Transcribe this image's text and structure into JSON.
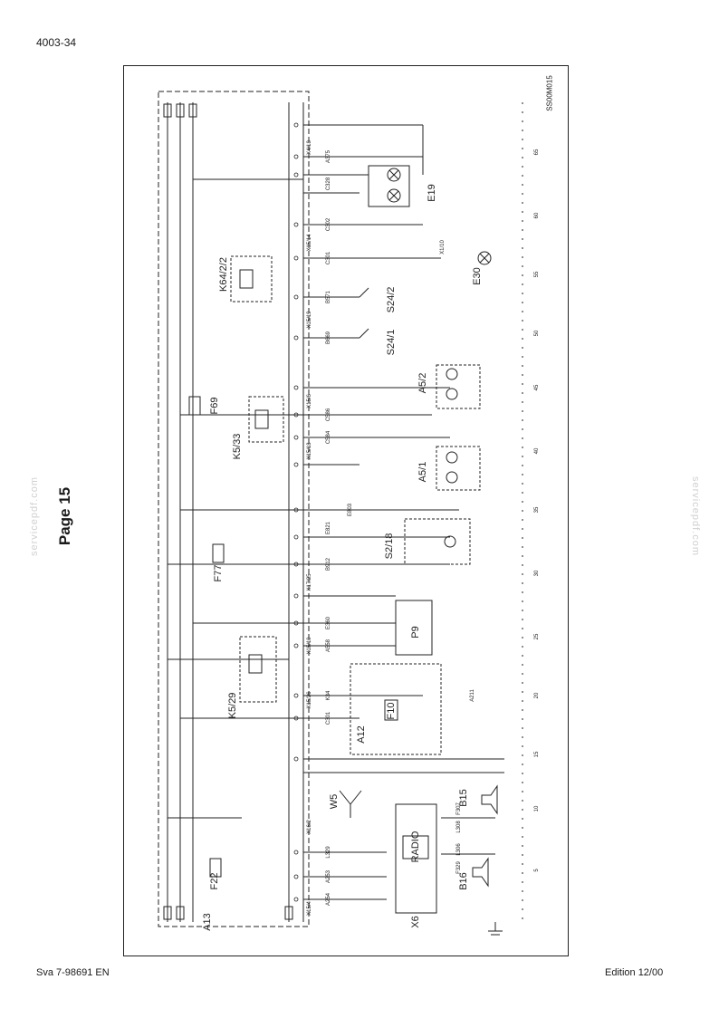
{
  "header": {
    "doc_code": "4003-34"
  },
  "page_label": "Page 15",
  "watermark": "servicepdf.com",
  "footer": {
    "left": "Sva 7-98691 EN",
    "right": "Edition 12/00"
  },
  "diagram": {
    "drawing_code": "SS00M015",
    "component_labels": {
      "e19": "E19",
      "e30": "E30",
      "k64": "K64/2/2",
      "s24_2": "S24/2",
      "s24_1": "S24/1",
      "a5_2": "A5/2",
      "f69": "F69",
      "k5_33": "K5/33",
      "a5_1": "A5/1",
      "s2_18": "S2/18",
      "f77": "F77",
      "p9": "P9",
      "k5_29": "K5/29",
      "f10": "F10",
      "a12": "A12",
      "w5": "W5",
      "b15": "B15",
      "radio": "RADIO",
      "f22": "F22",
      "a13": "A13",
      "x6": "X6",
      "b16": "B16"
    },
    "small_labels": {
      "c328": "C328",
      "a375": "A375",
      "c302": "C302",
      "c301": "C301",
      "b571": "B571",
      "b669": "B669",
      "c586": "C586",
      "c584": "C584",
      "e803": "E803",
      "e821": "E821",
      "b912": "B912",
      "e360": "E360",
      "a558": "A558",
      "k34": "K34",
      "c301b": "C301",
      "a211": "A211",
      "l329": "L329",
      "a253": "A253",
      "a254": "A254",
      "l308": "L308",
      "f307": "F307",
      "l306": "L306",
      "f329": "F329",
      "x1_10": "X1/10",
      "x4_18": "X4/18",
      "x15_14": "X15/14",
      "x15_19": "X15/19",
      "x15_6": "X15/6",
      "x15_18": "X15/18",
      "x17_25": "X17/25",
      "x15_10": "X15/10",
      "x15_26": "X15/26",
      "x16_2": "X16/2",
      "x15_4": "X15/4"
    },
    "grid_numbers": [
      "5",
      "10",
      "15",
      "20",
      "25",
      "30",
      "35",
      "40",
      "45",
      "50",
      "55",
      "60",
      "65"
    ]
  }
}
